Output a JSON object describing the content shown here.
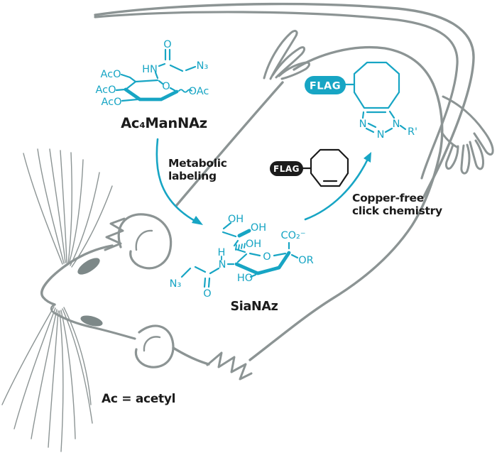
{
  "palette": {
    "teal": "#17a5c4",
    "mouse_gray": "#8c9494",
    "mouse_fill_gray": "#7d8888",
    "label_black": "#1b1b1b",
    "background": "#ffffff"
  },
  "figure": {
    "precursor": {
      "name": "Ac₄ManNAz",
      "atoms": {
        "o_carbonyl": "O",
        "hn": "HN",
        "n3": "N₃",
        "aco_top": "AcO",
        "aco_mid": "AcO",
        "aco_bot": "AcO",
        "ring_o": "O",
        "oac": "OAc"
      }
    },
    "metabolic_arrow": {
      "label_line1": "Metabolic",
      "label_line2": "labeling"
    },
    "metabolite": {
      "name": "SiaNAz",
      "atoms": {
        "oh_top": "OH",
        "oh_upper": "OH",
        "oh_mid": "OH",
        "ho": "HO",
        "co2": "CO₂⁻",
        "ring_o": "O",
        "or": "OR",
        "h": "H",
        "n": "N",
        "o_carbonyl": "O",
        "n3": "N₃"
      }
    },
    "click_arrow": {
      "label_line1": "Copper-free",
      "label_line2": "click chemistry"
    },
    "probe": {
      "flag": "FLAG"
    },
    "adduct": {
      "flag": "FLAG",
      "n_left": "N",
      "n_mid": "N",
      "n_right": "N",
      "r_prime": "R'"
    },
    "footnote": "Ac = acetyl"
  }
}
